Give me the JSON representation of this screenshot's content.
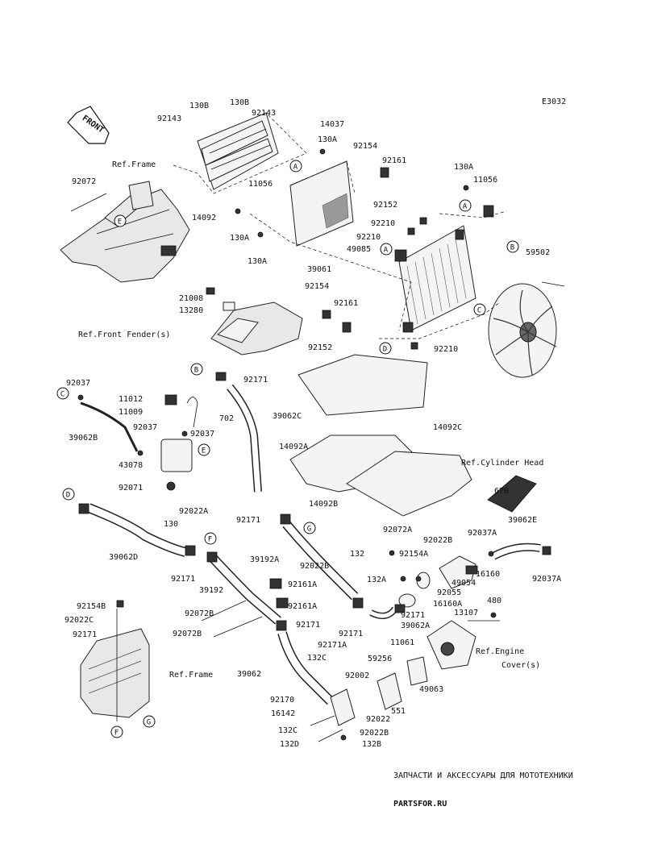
{
  "diagram_id": "E3032",
  "front_label": "FRONT",
  "watermark": {
    "caption": "ЗАПЧАСТИ И АКСЕССУАРЫ ДЛЯ МОТОТЕХНИКИ",
    "logo": "PARTSFOR.RU"
  },
  "refs": {
    "frame": "Ref.Frame",
    "front_fender": "Ref.Front Fender(s)",
    "cylinder_head": "Ref.Cylinder Head",
    "engine_cover_1": "Ref.Engine",
    "engine_cover_2": "Cover(s)",
    "frame_lower": "Ref.Frame"
  },
  "circle_markers": [
    "A",
    "B",
    "C",
    "D",
    "E",
    "F",
    "G"
  ],
  "labels": [
    "130B",
    "130B",
    "92143",
    "92143",
    "92072",
    "14092",
    "11056",
    "130A",
    "130A",
    "14037",
    "130A",
    "92154",
    "92161",
    "92152",
    "130A",
    "11056",
    "92210",
    "92210",
    "49085",
    "39061",
    "59502",
    "92154",
    "92161",
    "92152",
    "92210",
    "21008",
    "13280",
    "92171",
    "92037",
    "11012",
    "11009",
    "702",
    "39062C",
    "92037",
    "39062B",
    "92037",
    "43078",
    "92071",
    "92022A",
    "130",
    "14092C",
    "14092A",
    "14092B",
    "670",
    "39062E",
    "92072A",
    "92022B",
    "92037A",
    "92037A",
    "92171",
    "39062D",
    "92171",
    "39192A",
    "132",
    "92154A",
    "92022B",
    "49054",
    "16160",
    "132A",
    "16160A",
    "92055",
    "92171",
    "92171",
    "39192",
    "92161A",
    "92161A",
    "92072B",
    "92072B",
    "92171",
    "39062A",
    "92171",
    "480",
    "13107",
    "92154B",
    "92022C",
    "92171A",
    "11061",
    "132C",
    "59256",
    "39062",
    "92002",
    "49063",
    "92170",
    "16142",
    "92022",
    "551",
    "132C",
    "92022B",
    "132D",
    "132B"
  ]
}
